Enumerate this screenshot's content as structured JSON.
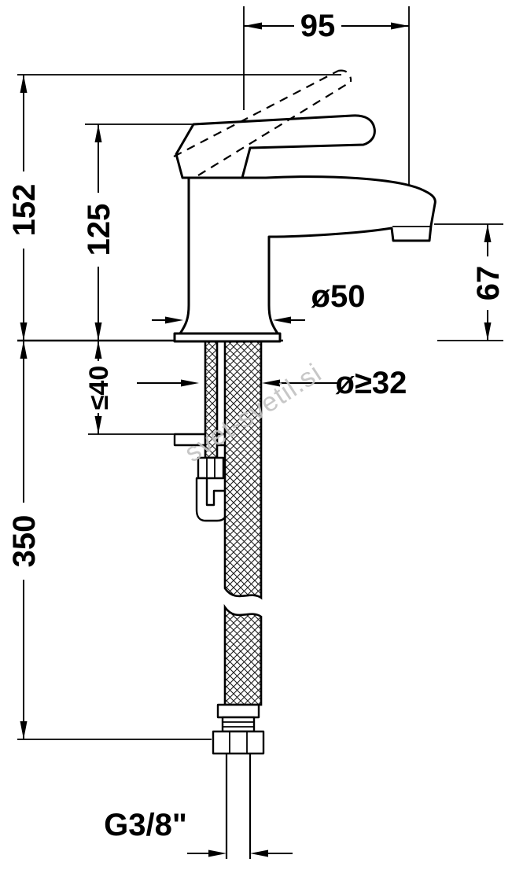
{
  "drawing": {
    "watermark": "svet-svetil.si",
    "dims": {
      "spout_reach": "95",
      "total_height": "152",
      "lever_height": "125",
      "spout_height": "67",
      "base_diameter": "ø50",
      "hole_diameter": "ø≥32",
      "mount_thickness": "≤40",
      "hose_length": "350",
      "thread": "G3/8\""
    }
  }
}
